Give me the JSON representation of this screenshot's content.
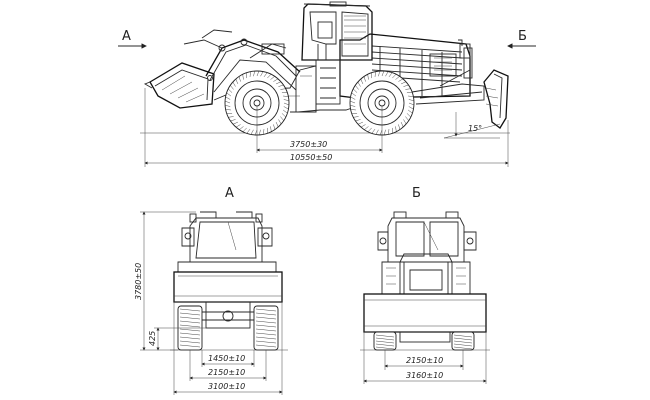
{
  "views": {
    "side": {
      "arrow_left_label": "А",
      "arrow_right_label": "Б",
      "wheelbase_dim": "3750±30",
      "overall_length_dim": "10550±50",
      "blade_angle_dim": "15°"
    },
    "front": {
      "title": "А",
      "height_dim": "3780±50",
      "clearance_dim": "425",
      "track_inner_dim": "1450±10",
      "track_dim": "2150±10",
      "width_dim": "3100±10"
    },
    "rear": {
      "title": "Б",
      "track_dim": "2150±10",
      "width_dim": "3160±10"
    }
  },
  "colors": {
    "line": "#2a2a2a",
    "background": "#ffffff"
  }
}
